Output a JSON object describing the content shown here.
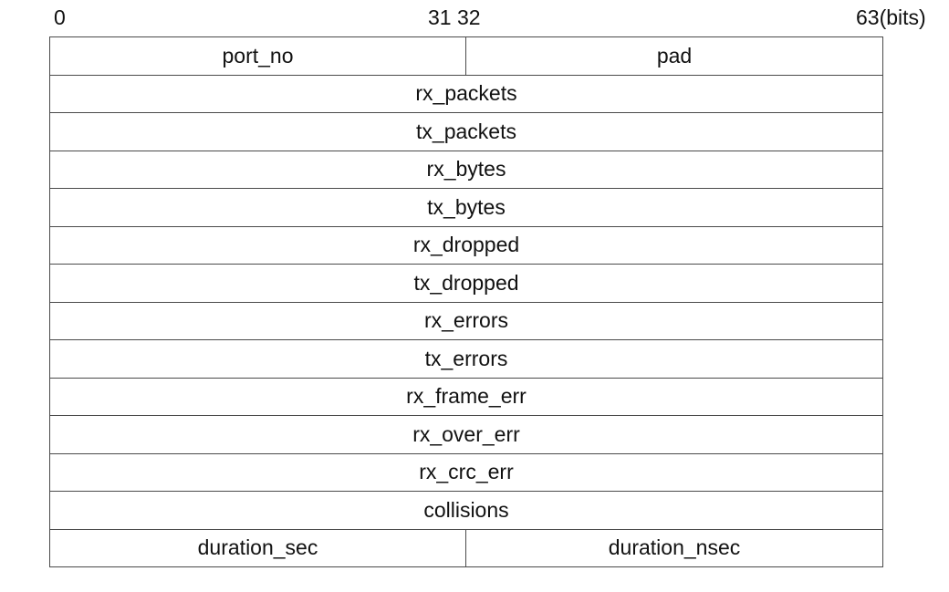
{
  "bit_labels": {
    "start": "0",
    "middle": "31 32",
    "end": "63(bits)"
  },
  "rows": [
    {
      "cells": [
        "port_no",
        "pad"
      ]
    },
    {
      "cells": [
        "rx_packets"
      ]
    },
    {
      "cells": [
        "tx_packets"
      ]
    },
    {
      "cells": [
        "rx_bytes"
      ]
    },
    {
      "cells": [
        "tx_bytes"
      ]
    },
    {
      "cells": [
        "rx_dropped"
      ]
    },
    {
      "cells": [
        "tx_dropped"
      ]
    },
    {
      "cells": [
        "rx_errors"
      ]
    },
    {
      "cells": [
        "tx_errors"
      ]
    },
    {
      "cells": [
        "rx_frame_err"
      ]
    },
    {
      "cells": [
        "rx_over_err"
      ]
    },
    {
      "cells": [
        "rx_crc_err"
      ]
    },
    {
      "cells": [
        "collisions"
      ]
    },
    {
      "cells": [
        "duration_sec",
        "duration_nsec"
      ]
    }
  ]
}
